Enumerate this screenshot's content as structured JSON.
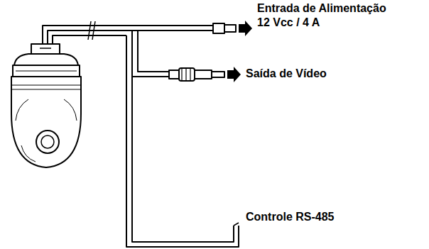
{
  "diagram": {
    "labels": [
      "Entrada de Alimentação",
      "12 Vcc / 4 A",
      "Saída de Vídeo",
      "Controle RS-485"
    ]
  }
}
